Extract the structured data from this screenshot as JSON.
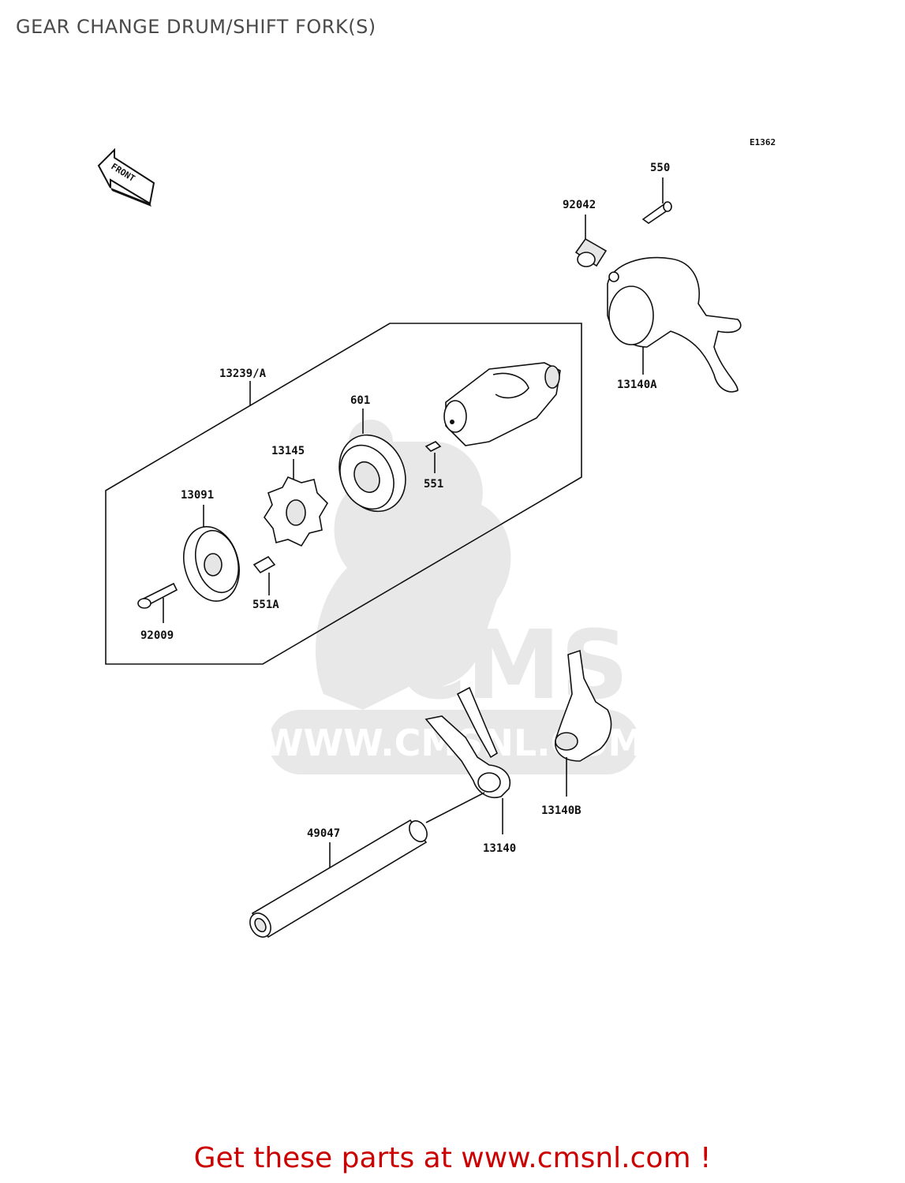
{
  "title": "GEAR CHANGE DRUM/SHIFT FORK(S)",
  "diagram_code": "E1362",
  "front_label": "FRONT",
  "watermark": {
    "logo_text": "CMS",
    "url_text": "WWW.CMSNL.COM"
  },
  "parts": {
    "p550": "550",
    "p92042": "92042",
    "p13140A": "13140A",
    "p13239A": "13239/A",
    "p601": "601",
    "p13145": "13145",
    "p551": "551",
    "p13091": "13091",
    "p551A": "551A",
    "p92009": "92009",
    "p49047": "49047",
    "p13140": "13140",
    "p13140B": "13140B"
  },
  "footer": "Get these parts at www.cmsnl.com !"
}
